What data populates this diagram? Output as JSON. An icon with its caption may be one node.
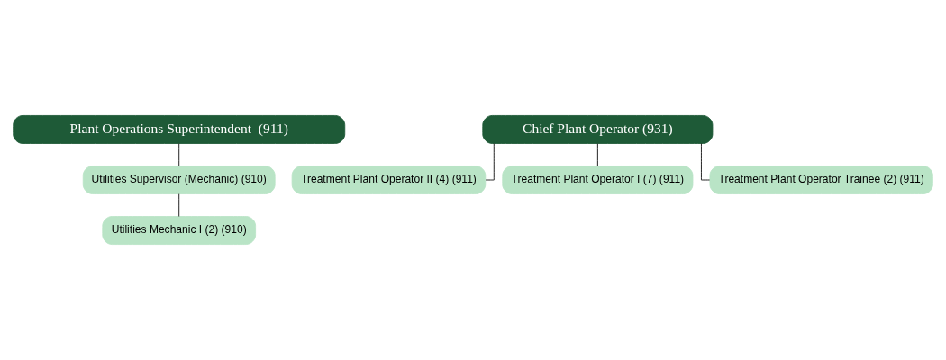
{
  "diagram": {
    "nodes": [
      {
        "text": [
          "Plant Operations Superintendent  (911)"
        ]
      },
      {
        "text": [
          "Chief Plant Operator (931)"
        ]
      },
      {
        "text": [
          "Utilities Supervisor (Mechanic) (910)"
        ]
      },
      {
        "text": [
          "Utilities Mechanic I (2) (910)"
        ]
      },
      {
        "text": [
          "Treatment Plant Operator II (4) (911)"
        ]
      },
      {
        "text": [
          "Treatment Plant Operator I (7) (911)"
        ]
      },
      {
        "text": [
          "Treatment Plant Operator Trainee (2) (911)"
        ]
      }
    ],
    "edges": [
      {
        "from": 0,
        "to": 2,
        "arrow": "none"
      },
      {
        "from": 2,
        "to": 3,
        "arrow": "none"
      },
      {
        "from": 1,
        "to": 4,
        "arrow": "none"
      },
      {
        "from": 1,
        "to": 5,
        "arrow": "none"
      },
      {
        "from": 1,
        "to": 6,
        "arrow": "none"
      }
    ]
  }
}
